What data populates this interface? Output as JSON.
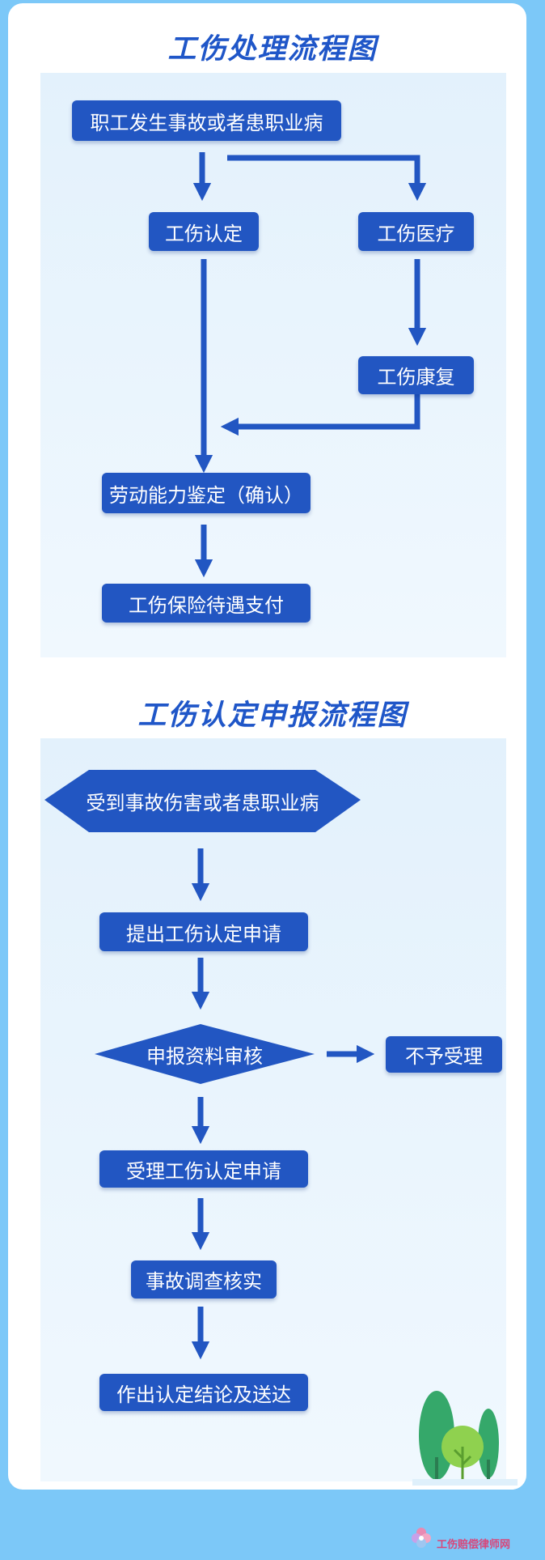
{
  "section1": {
    "title": "工伤处理流程图",
    "nodes": {
      "accident": "职工发生事故或者患职业病",
      "identification": "工伤认定",
      "medical": "工伤医疗",
      "rehab": "工伤康复",
      "appraisal": "劳动能力鉴定（确认）",
      "payment": "工伤保险待遇支付"
    }
  },
  "section2": {
    "title": "工伤认定申报流程图",
    "nodes": {
      "injury": "受到事故伤害或者患职业病",
      "apply": "提出工伤认定申请",
      "review": "申报资料审核",
      "reject": "不予受理",
      "accept": "受理工伤认定申请",
      "investigate": "事故调查核实",
      "conclude": "作出认定结论及送达"
    }
  },
  "watermark": "工伤赔偿律师网",
  "colors": {
    "box": "#2256c2",
    "title": "#1f56c8",
    "background": "#7cc8f8"
  }
}
